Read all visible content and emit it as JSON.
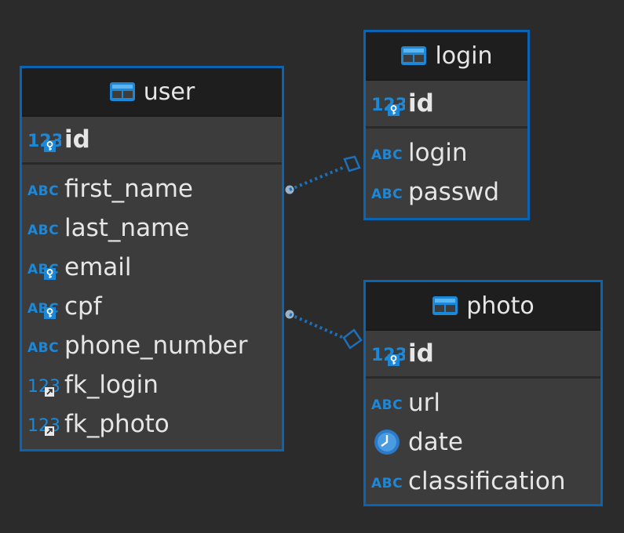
{
  "colors": {
    "background": "#2b2b2b",
    "entity_border": "#0a64b4",
    "icon_blue": "#1e88d8",
    "text": "#e6e6e6",
    "relation_line": "#1e6fb8"
  },
  "entities": {
    "user": {
      "name": "user",
      "pk": {
        "name": "id",
        "icon": "numeric-key-icon"
      },
      "columns": [
        {
          "name": "first_name",
          "icon": "text-icon"
        },
        {
          "name": "last_name",
          "icon": "text-icon"
        },
        {
          "name": "email",
          "icon": "text-key-icon"
        },
        {
          "name": "cpf",
          "icon": "text-key-icon"
        },
        {
          "name": "phone_number",
          "icon": "text-icon"
        },
        {
          "name": "fk_login",
          "icon": "numeric-fk-icon"
        },
        {
          "name": "fk_photo",
          "icon": "numeric-fk-icon"
        }
      ]
    },
    "login": {
      "name": "login",
      "pk": {
        "name": "id",
        "icon": "numeric-key-icon"
      },
      "columns": [
        {
          "name": "login",
          "icon": "text-icon"
        },
        {
          "name": "passwd",
          "icon": "text-icon"
        }
      ]
    },
    "photo": {
      "name": "photo",
      "pk": {
        "name": "id",
        "icon": "numeric-key-icon"
      },
      "columns": [
        {
          "name": "url",
          "icon": "text-icon"
        },
        {
          "name": "date",
          "icon": "clock-icon"
        },
        {
          "name": "classification",
          "icon": "text-icon"
        }
      ]
    }
  },
  "relations": [
    {
      "from": "user.fk_login",
      "to": "login.id"
    },
    {
      "from": "user.fk_photo",
      "to": "photo.id"
    }
  ]
}
